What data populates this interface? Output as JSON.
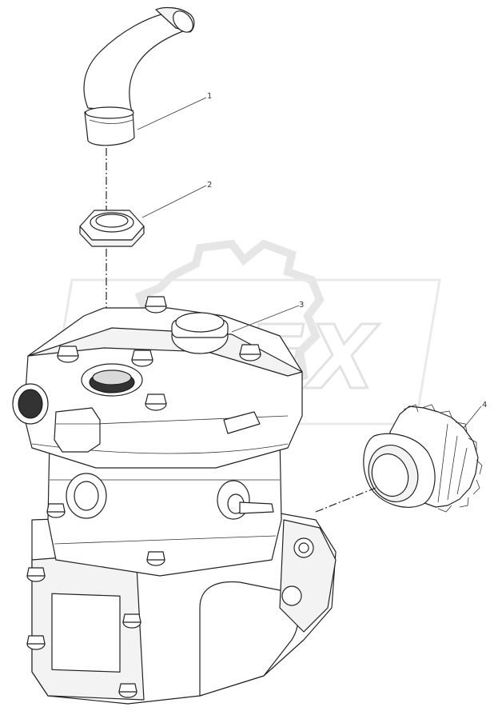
{
  "callouts": [
    {
      "number": "1",
      "part": "elbow-pipe"
    },
    {
      "number": "2",
      "part": "hex-nut"
    },
    {
      "number": "3",
      "part": "cylinder-head-plug"
    },
    {
      "number": "4",
      "part": "drive-gear"
    }
  ],
  "watermark": {
    "text": "OREX"
  }
}
